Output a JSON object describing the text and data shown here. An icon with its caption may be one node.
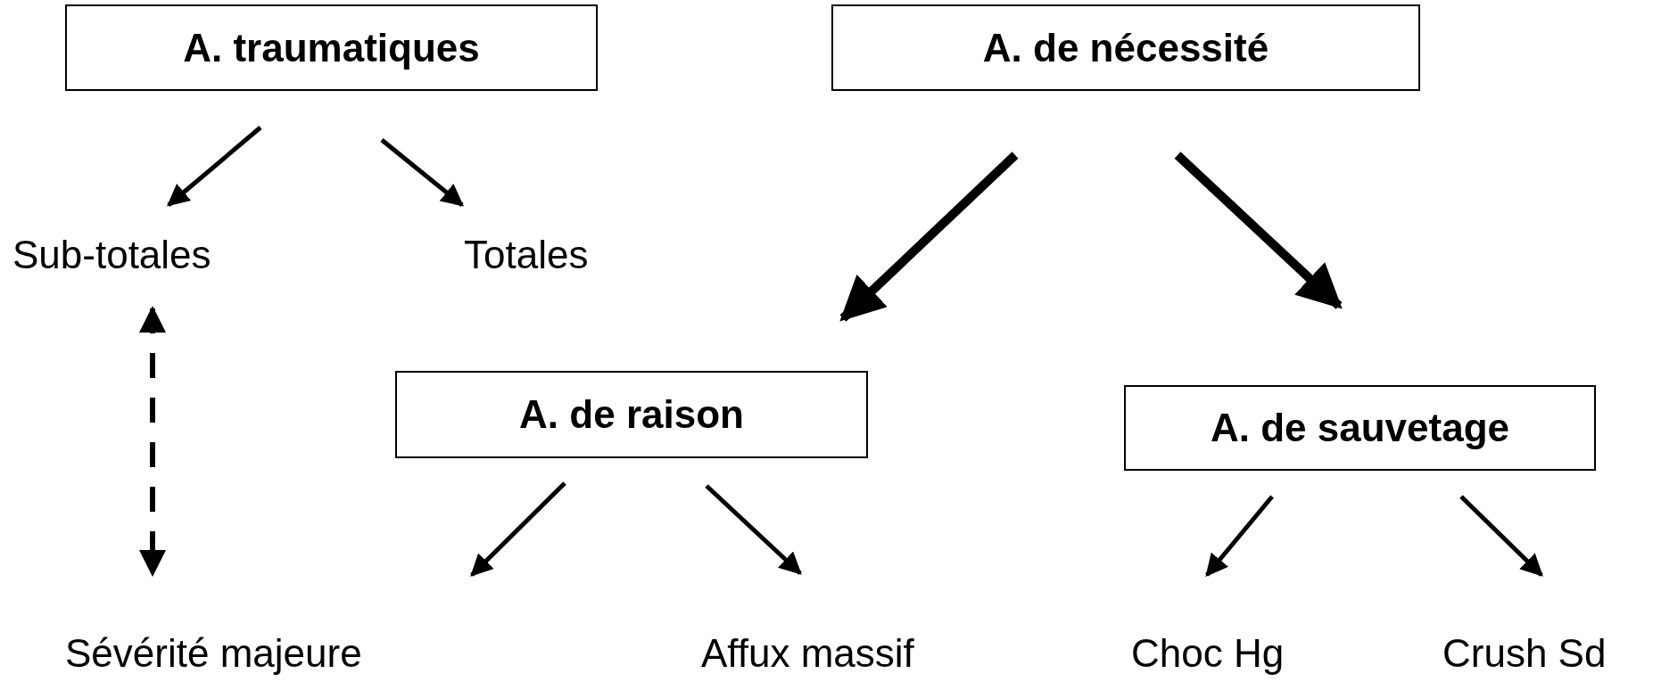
{
  "diagram": {
    "nodes": [
      {
        "text": [
          "A. traumatiques"
        ]
      },
      {
        "text": [
          "A. de nécessité"
        ]
      },
      {
        "text": [
          "Sub-totales"
        ]
      },
      {
        "text": [
          "Totales"
        ]
      },
      {
        "text": [
          "A. de raison"
        ]
      },
      {
        "text": [
          "A. de sauvetage"
        ]
      },
      {
        "text": [
          "Sévérité majeure"
        ]
      },
      {
        "text": [
          "Affux massif"
        ]
      },
      {
        "text": [
          "Choc Hg"
        ]
      },
      {
        "text": [
          "Crush Sd"
        ]
      }
    ],
    "edges": [
      {
        "from": 0,
        "to": 2,
        "arrow": "to"
      },
      {
        "from": 0,
        "to": 3,
        "arrow": "to"
      },
      {
        "from": 1,
        "to": 4,
        "arrow": "to",
        "style": "thick"
      },
      {
        "from": 1,
        "to": 5,
        "arrow": "to",
        "style": "thick"
      },
      {
        "from": 2,
        "to": 6,
        "arrow": "both",
        "style": "dashed"
      },
      {
        "from": 4,
        "to": 6,
        "arrow": "to"
      },
      {
        "from": 4,
        "to": 7,
        "arrow": "to"
      },
      {
        "from": 5,
        "to": 8,
        "arrow": "to"
      },
      {
        "from": 5,
        "to": 9,
        "arrow": "to"
      }
    ]
  }
}
